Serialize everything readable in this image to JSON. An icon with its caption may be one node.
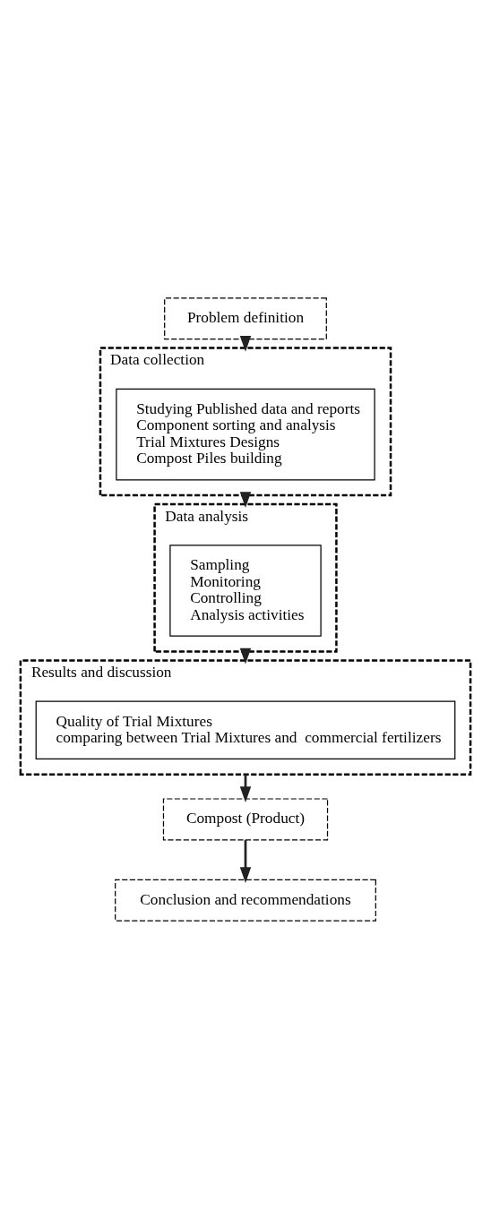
{
  "diagram": {
    "nodes": [
      {
        "text": [
          "Problem definition"
        ]
      },
      {
        "text": [
          "Data collection"
        ]
      },
      {
        "text": [
          "Studying Published data and reports",
          "Component sorting and analysis",
          "Trial Mixtures Designs",
          "Compost Piles building"
        ],
        "in": 1
      },
      {
        "text": [
          "Data analysis"
        ]
      },
      {
        "text": [
          "Sampling",
          "Monitoring",
          "Controlling",
          "Analysis activities"
        ],
        "in": 3
      },
      {
        "text": [
          "Results and discussion"
        ]
      },
      {
        "text": [
          "Quality of Trial Mixtures",
          "comparing between Trial Mixtures and  commercial fertilizers"
        ],
        "in": 5
      },
      {
        "text": [
          "Compost (Product)"
        ]
      },
      {
        "text": [
          "Conclusion and recommendations"
        ]
      }
    ],
    "edges": [
      {
        "from": 0,
        "to": 1,
        "arrow": "to"
      },
      {
        "from": 1,
        "to": 3,
        "arrow": "to"
      },
      {
        "from": 3,
        "to": 5,
        "arrow": "to"
      },
      {
        "from": 5,
        "to": 7,
        "arrow": "to"
      },
      {
        "from": 7,
        "to": 8,
        "arrow": "to"
      }
    ]
  }
}
